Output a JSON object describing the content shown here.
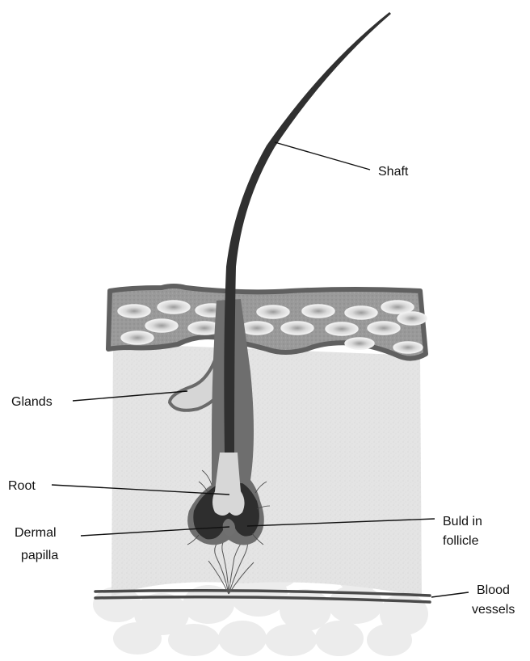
{
  "labels": {
    "shaft": "Shaft",
    "glands": "Glands",
    "root": "Root",
    "dermal_papilla_line1": "Dermal",
    "dermal_papilla_line2": "papilla",
    "bulb_line1": "Buld in",
    "bulb_line2": "follicle",
    "blood_line1": "Blood",
    "blood_line2": "vessels"
  },
  "colors": {
    "hair": "#3a3a3a",
    "sheath": "#6e6e6e",
    "epidermis": "#8f8f8f",
    "epidermis_border": "#5f5f5f",
    "dermis": "#e6e6e6",
    "subcutis_blob": "#ededed",
    "cell": "#e9e9e9",
    "gland": "#d5d5d5",
    "vessel": "#4a4a4a"
  }
}
